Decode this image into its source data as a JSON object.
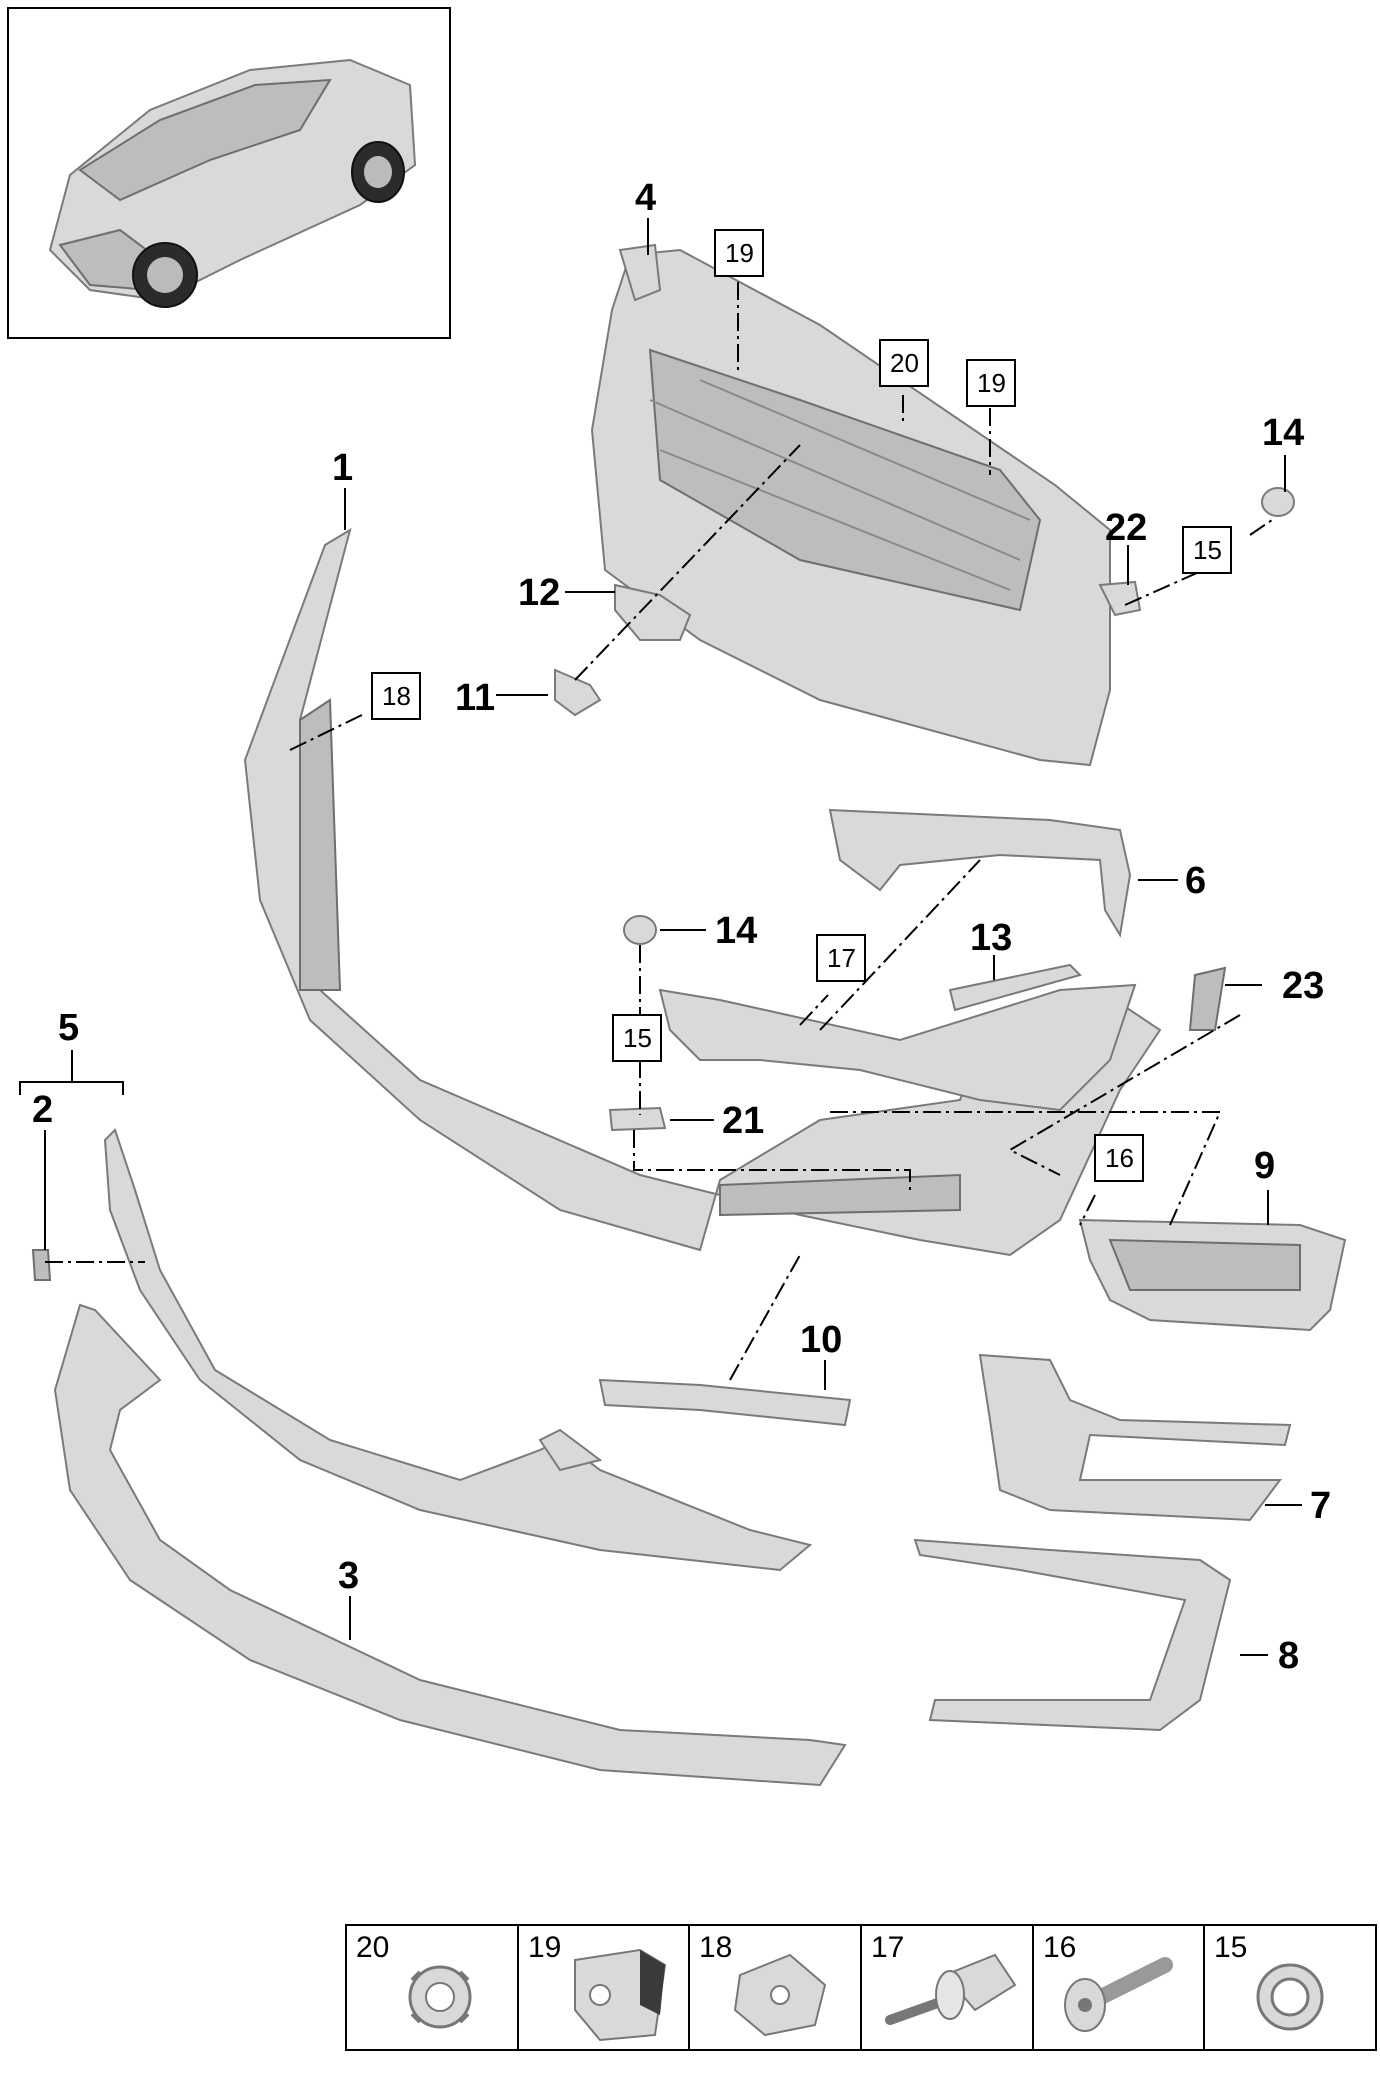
{
  "callouts": {
    "c1": "1",
    "c2": "2",
    "c3": "3",
    "c4": "4",
    "c5": "5",
    "c6": "6",
    "c7": "7",
    "c8": "8",
    "c9": "9",
    "c10": "10",
    "c11": "11",
    "c12": "12",
    "c13": "13",
    "c14a": "14",
    "c14b": "14",
    "c21": "21",
    "c22": "22",
    "c23": "23"
  },
  "boxed_refs": {
    "b19a": "19",
    "b20": "20",
    "b19b": "19",
    "b15a": "15",
    "b18": "18",
    "b17": "17",
    "b15b": "15",
    "b16": "16"
  },
  "legend": {
    "cells": [
      {
        "label": "20",
        "icon": "clip-ring-icon"
      },
      {
        "label": "19",
        "icon": "clip-holder-icon"
      },
      {
        "label": "18",
        "icon": "speed-nut-icon"
      },
      {
        "label": "17",
        "icon": "expanding-rivet-icon"
      },
      {
        "label": "16",
        "icon": "screw-icon"
      },
      {
        "label": "15",
        "icon": "nut-ring-icon"
      }
    ]
  },
  "colors": {
    "part_fill": "#d9d9d9",
    "part_stroke": "#7a7a7a",
    "line": "#000000"
  }
}
